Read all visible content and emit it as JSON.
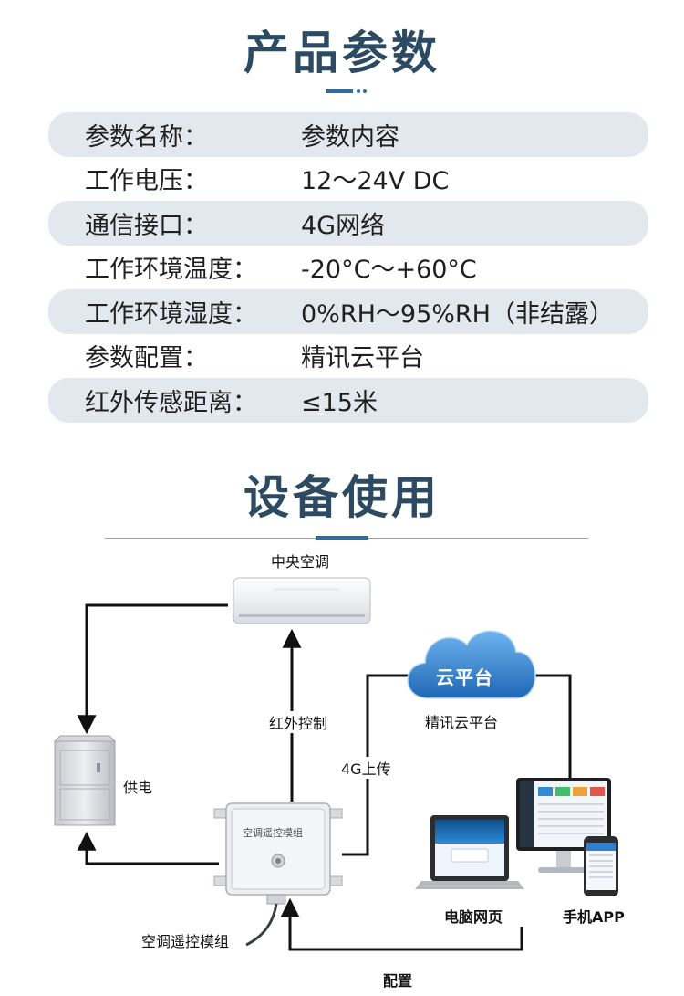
{
  "section1": {
    "title": "产品参数"
  },
  "table": {
    "rows": [
      {
        "label": "参数名称：",
        "value": "参数内容"
      },
      {
        "label": "工作电压：",
        "value": "12～24V DC"
      },
      {
        "label": "通信接口：",
        "value": "4G网络"
      },
      {
        "label": "工作环境温度：",
        "value": "-20°C～+60°C"
      },
      {
        "label": "工作环境湿度：",
        "value": "0%RH～95%RH（非结露）"
      },
      {
        "label": "参数配置：",
        "value": "精讯云平台"
      },
      {
        "label": "红外传感距离：",
        "value": "≤15米"
      }
    ]
  },
  "section2": {
    "title": "设备使用"
  },
  "diagram": {
    "ac_label": "中央空调",
    "cloud_badge": "云平台",
    "cloud_label": "精讯云平台",
    "infrared_label": "红外控制",
    "uplink_label": "4G上传",
    "power_label": "供电",
    "module_face_text": "空调遥控模组",
    "module_label": "空调遥控模组",
    "pc_label": "电脑网页",
    "phone_label": "手机APP",
    "config_label": "配置",
    "colors": {
      "line": "#111111",
      "cloud_blue": "#2f7fd0",
      "title_navy": "#2d4a63",
      "accent": "#2f6da0",
      "row_fill": "#e3e8ee"
    }
  }
}
